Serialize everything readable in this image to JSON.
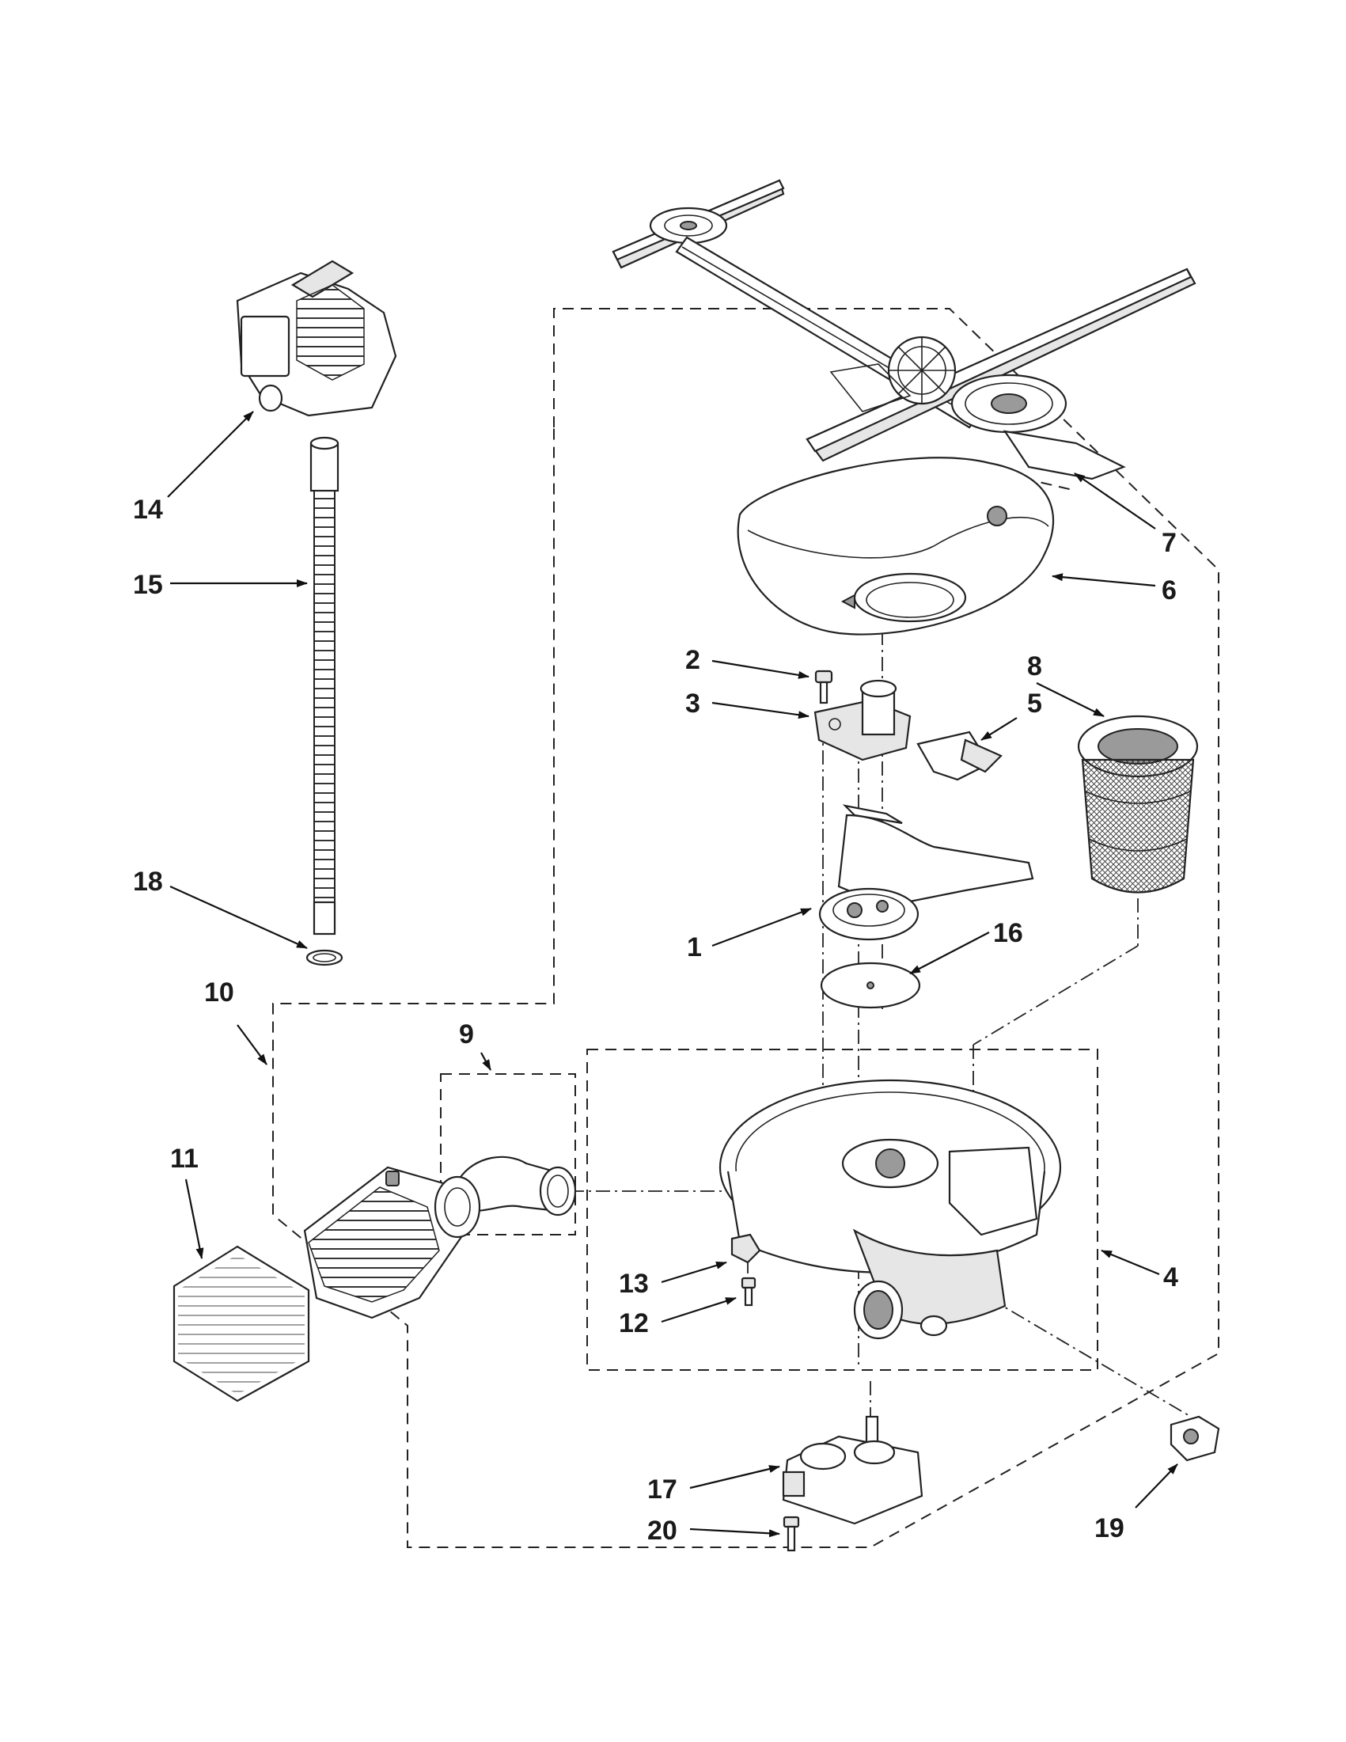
{
  "parts": [
    {
      "number": "1"
    },
    {
      "number": "2"
    },
    {
      "number": "3"
    },
    {
      "number": "4"
    },
    {
      "number": "5"
    },
    {
      "number": "6"
    },
    {
      "number": "7"
    },
    {
      "number": "8"
    },
    {
      "number": "9"
    },
    {
      "number": "10"
    },
    {
      "number": "11"
    },
    {
      "number": "12"
    },
    {
      "number": "13"
    },
    {
      "number": "14"
    },
    {
      "number": "15"
    },
    {
      "number": "16"
    },
    {
      "number": "17"
    },
    {
      "number": "18"
    },
    {
      "number": "19"
    },
    {
      "number": "20"
    }
  ]
}
